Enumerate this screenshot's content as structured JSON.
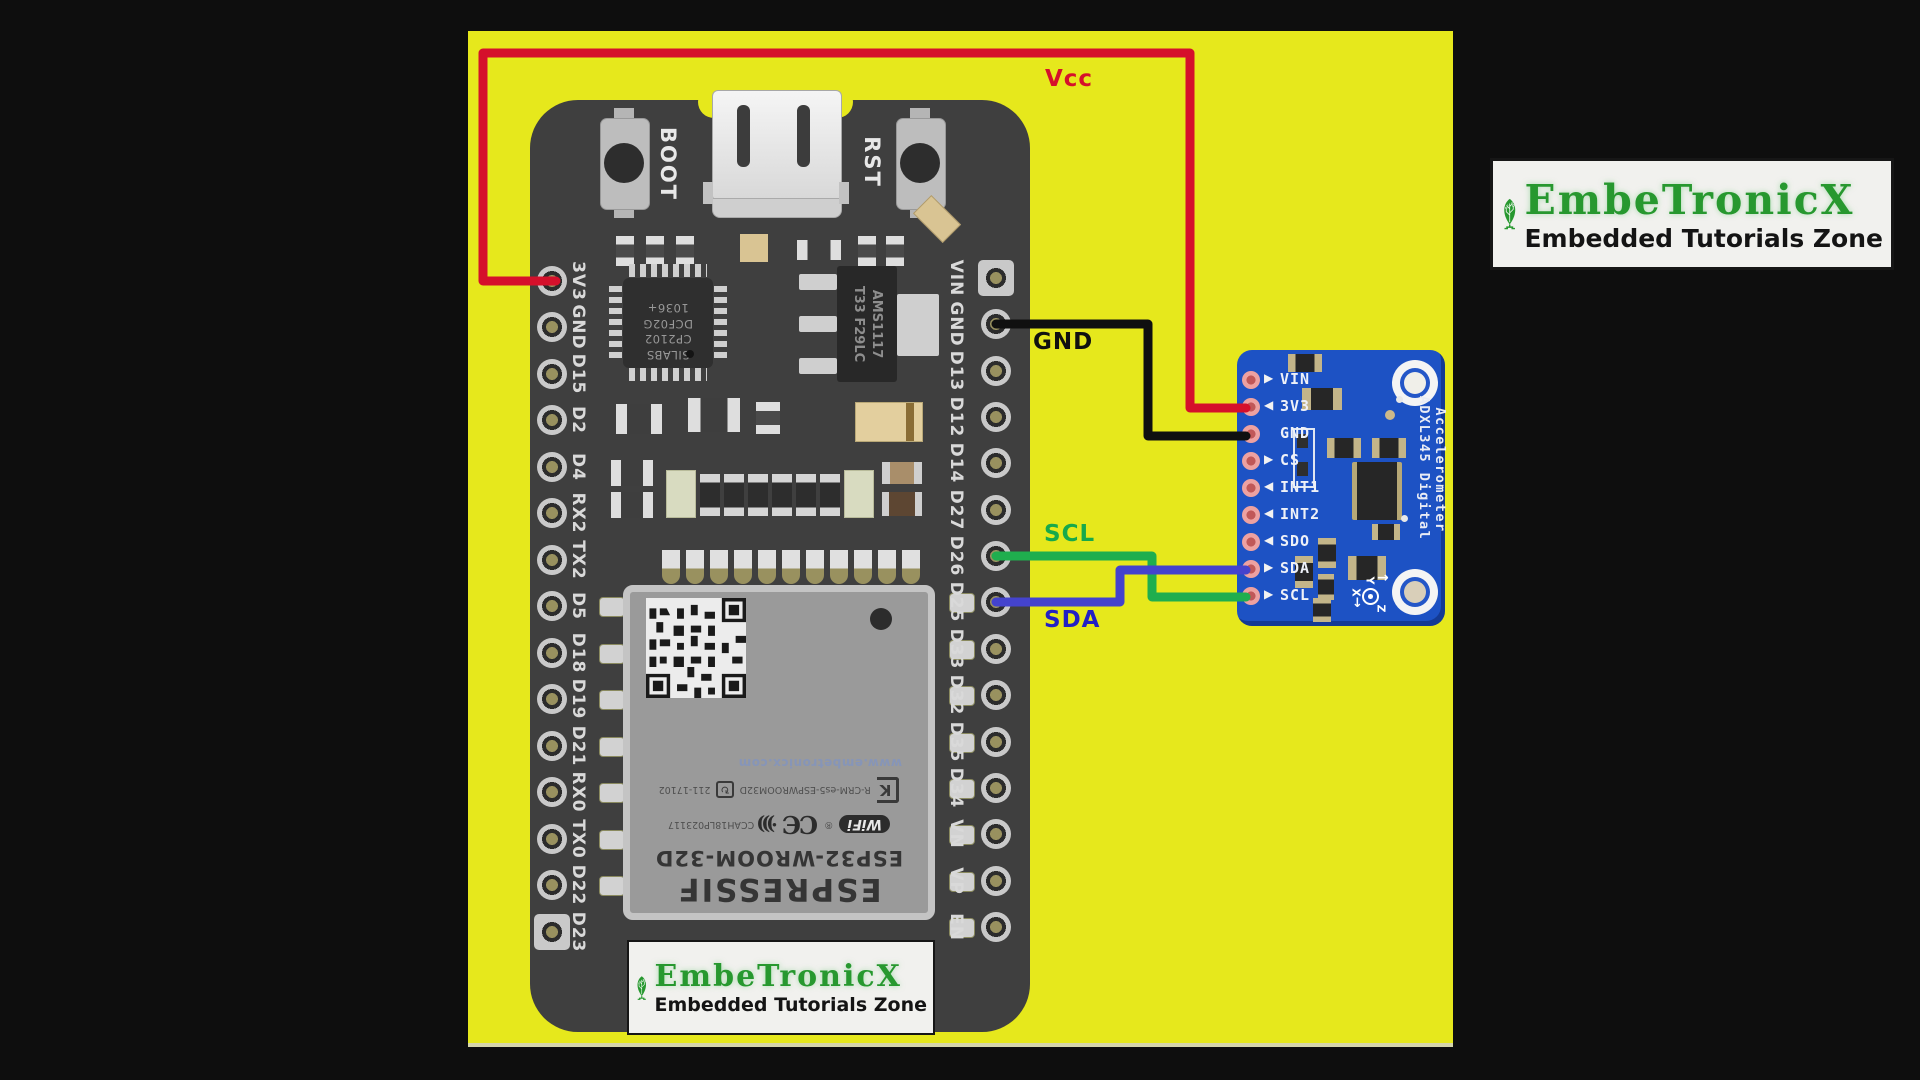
{
  "colors": {
    "background": "#0e0e0e",
    "worksheet": "#e6e81c",
    "esp32_board": "#3f3f3f",
    "adxl_board": "#1d52c4",
    "logo_green": "#27982f"
  },
  "logo": {
    "name": "EmbeTronicX",
    "tagline": "Embedded Tutorials Zone"
  },
  "esp32": {
    "left_pins": [
      "3V3",
      "GND",
      "D15",
      "D2",
      "D4",
      "RX2",
      "TX2",
      "D5",
      "D18",
      "D19",
      "D21",
      "RX0",
      "TX0",
      "D22",
      "D23"
    ],
    "right_pins": [
      "VIN",
      "GND",
      "D13",
      "D12",
      "D14",
      "D27",
      "D26",
      "D25",
      "D33",
      "D32",
      "D35",
      "D34",
      "VN",
      "VP",
      "EN"
    ],
    "boot_label": "BOOT",
    "rst_label": "RST",
    "usb_bridge_chip": {
      "line1": "SILABS",
      "line2": "CP2102",
      "line3": "DCF02G",
      "line4": "1036+"
    },
    "regulator": {
      "line1": "AMS1117",
      "line2": "T33 F29LC"
    },
    "module": {
      "brand": "ESPRESSIF",
      "model": "ESP32-WROOM-32D",
      "wifi_label": "WiFi",
      "reg_mark": "®",
      "ce_label": "CЄ",
      "arcs": "·)))",
      "cert_id": "CCAH18LP023117",
      "kc_label": "K",
      "kc_cert": "R-CRM-es5-ESPWROOM32D",
      "recycle": "↻",
      "cert_num": "211-17102",
      "website": "www.embetronicx.com"
    }
  },
  "adxl": {
    "pins": [
      {
        "label": "VIN",
        "arrow": "▶"
      },
      {
        "label": "3V3",
        "arrow": "◀"
      },
      {
        "label": "GND",
        "arrow": ""
      },
      {
        "label": "CS",
        "arrow": "▶"
      },
      {
        "label": "INT1",
        "arrow": "◀"
      },
      {
        "label": "INT2",
        "arrow": "◀"
      },
      {
        "label": "SDO",
        "arrow": "◀"
      },
      {
        "label": "SDA",
        "arrow": "▶"
      },
      {
        "label": "SCL",
        "arrow": "▶"
      }
    ],
    "title_line1": "ADXL345 Digital",
    "title_line2": "Accelerometer",
    "axis": {
      "x": "X",
      "y": "Y",
      "z": "Z",
      "y_arrow": "→",
      "x_arrow": "↓"
    }
  },
  "wires": [
    {
      "id": "vcc",
      "label": "Vcc",
      "color": "#d5102b",
      "label_color": "#d5102b"
    },
    {
      "id": "gnd",
      "label": "GND",
      "color": "#101010",
      "label_color": "#101010"
    },
    {
      "id": "scl",
      "label": "SCL",
      "color": "#1fae4e",
      "label_color": "#17a94b"
    },
    {
      "id": "sda",
      "label": "SDA",
      "color": "#4443cd",
      "label_color": "#2220c4"
    }
  ]
}
